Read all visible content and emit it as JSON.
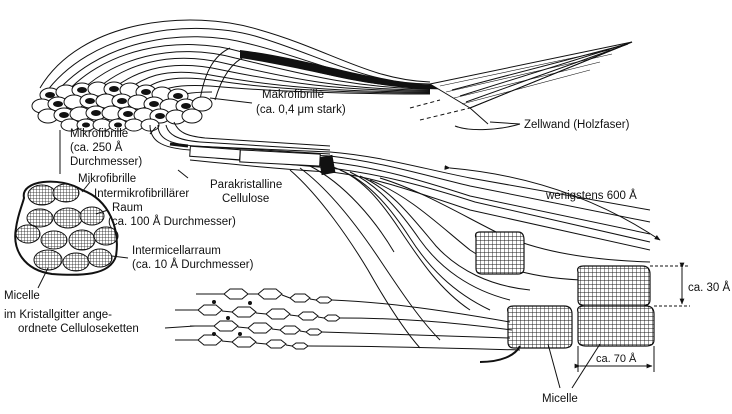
{
  "labels": {
    "makrofibrille_l1": "Makrofibrille",
    "makrofibrille_l2": "(ca. 0,4 μm stark)",
    "zellwand": "Zellwand (Holzfaser)",
    "mikrofibrille_l1": "Mikrofibrille",
    "mikrofibrille_l2": "(ca. 250 Å",
    "mikrofibrille_l3": "Durchmesser)",
    "mikrofibrille2_l1": "Mikrofibrille",
    "intermikro_l1": "Intermikrofibrillärer",
    "intermikro_l2": "Raum",
    "intermikro_l3": "(ca. 100 Å Durchmesser)",
    "parakristalline_l1": "Parakristalline",
    "parakristalline_l2": "Cellulose",
    "wenigstens": "wenigstens 600 Å",
    "intermicellar_l1": "Intermicellarraum",
    "intermicellar_l2": "(ca. 10 Å Durchmesser)",
    "micelle_left": "Micelle",
    "kristall_l1": "im Kristallgitter ange-",
    "kristall_l2": "ordnete Celluloseketten",
    "ca30": "ca. 30 Å",
    "ca70": "ca. 70 Å",
    "micelle_bottom": "Micelle"
  },
  "colors": {
    "ink": "#111111",
    "paper": "#ffffff",
    "hatch": "#1a1a1a"
  }
}
